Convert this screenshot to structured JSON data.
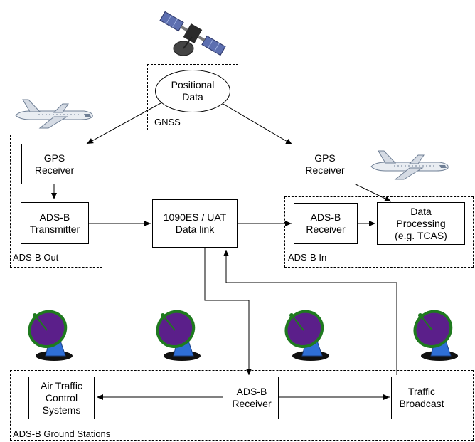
{
  "nodes": {
    "positional_data": "Positional\nData",
    "gps_receiver_out": "GPS\nReceiver",
    "adsb_transmitter": "ADS-B\nTransmitter",
    "datalink": "1090ES / UAT\nData link",
    "gps_receiver_in": "GPS\nReceiver",
    "adsb_receiver_in": "ADS-B\nReceiver",
    "data_processing": "Data\nProcessing\n(e.g. TCAS)",
    "atc": "Air Traffic\nControl\nSystems",
    "adsb_receiver_ground": "ADS-B\nReceiver",
    "traffic_broadcast": "Traffic\nBroadcast"
  },
  "groups": {
    "gnss": "GNSS",
    "adsb_out": "ADS-B Out",
    "adsb_in": "ADS-B In",
    "ground": "ADS-B Ground Stations"
  },
  "icons": {
    "satellite": "satellite-icon",
    "airplane": "airplane-icon",
    "dish": "radar-dish-icon"
  },
  "colors": {
    "satellite_panel": "#5d6fb0",
    "dish": "#5b1f8a",
    "dish_rim": "#1f7a1f",
    "dish_base": "#2f6fd6",
    "plane_body": "#e9edf2",
    "plane_accent": "#6f7f95"
  }
}
